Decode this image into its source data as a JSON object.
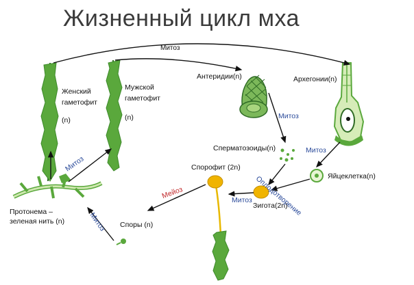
{
  "title": "Жизненный цикл мха",
  "labels": {
    "female_gametophyte": "Женский гаметофит",
    "female_ploidy": "(n)",
    "male_gametophyte": "Мужской гаметофит",
    "male_ploidy": "(n)",
    "antheridia": "Антеридии(n)",
    "archegonia": "Архегонии(n)",
    "spermatozoids": "Сперматозоиды(n)",
    "egg_cell": "Яйцеклетка(n)",
    "zygote": "Зигота(2n)",
    "sporophyte": "Спорофит (2n)",
    "spores": "Споры (n)",
    "protonema_line1": "Протонема –",
    "protonema_line2": "зеленая нить (n)"
  },
  "process_labels": {
    "mitosis_top": "Митоз",
    "mitosis_antheridia": "Митоз",
    "mitosis_archegonia": "Митоз",
    "fertilization": "Оплодотворение",
    "meiosis": "Мейоз",
    "mitosis_zygote": "Митоз",
    "mitosis_protonema": "Митоз",
    "mitosis_spores": "Митоз"
  },
  "colors": {
    "plant_green": "#5aa83c",
    "plant_dark": "#2f6b25",
    "pale_green": "#cfe8b0",
    "capsule_yellow": "#f0b400",
    "process_blue": "#2a4a9a",
    "meiosis_red": "#c0282a",
    "arrow": "#111111"
  }
}
